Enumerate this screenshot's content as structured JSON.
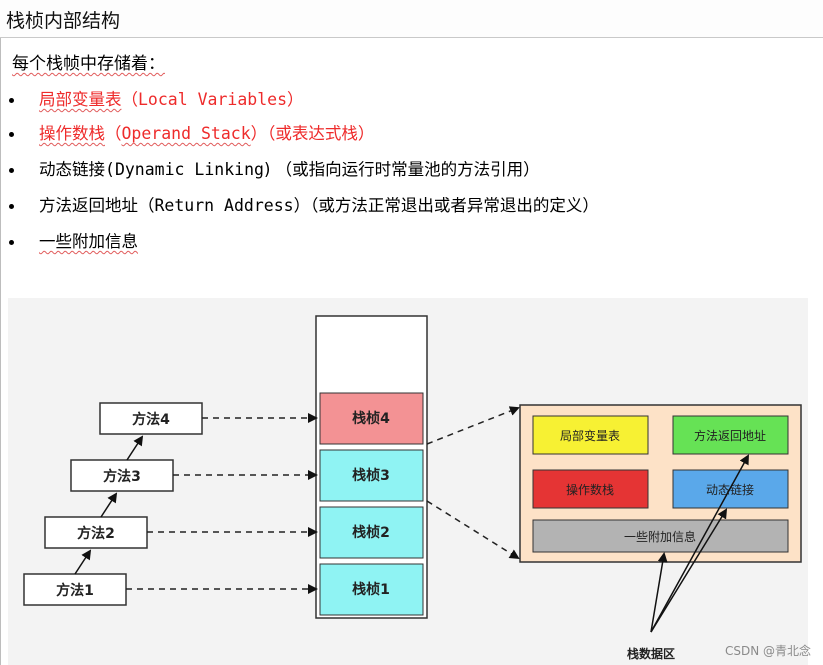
{
  "header": {
    "title": "栈桢内部结构"
  },
  "intro": "每个栈帧中存储着：",
  "bullets": [
    {
      "color": "#ee2b2b",
      "parts": [
        "局部变量表",
        "（",
        "Local Variables",
        "）"
      ]
    },
    {
      "color": "#ee2b2b",
      "parts": [
        "操作数栈",
        "（",
        "Operand Stack",
        "）（或表达式栈）"
      ]
    },
    {
      "color": "#111111",
      "parts": [
        "动态链接",
        "(",
        "Dynamic Linking",
        ") （或指向运行时常量池的方法引用）"
      ]
    },
    {
      "color": "#111111",
      "parts": [
        "方法返回地址",
        "（",
        "Return Address",
        "）（或方法正常退出或者异常退出的定义）"
      ]
    },
    {
      "color": "#111111",
      "parts": [
        "一些附加信息",
        "",
        "",
        ""
      ]
    }
  ],
  "diagram": {
    "methods": [
      "方法4",
      "方法3",
      "方法2",
      "方法1"
    ],
    "frames": [
      "栈桢4",
      "栈桢3",
      "栈桢2",
      "栈桢1"
    ],
    "frame_colors": [
      "#f39294",
      "#8ff3f3",
      "#8ff3f3",
      "#8ff3f3"
    ],
    "frame_detail": {
      "local_vars": "局部变量表",
      "return_addr": "方法返回地址",
      "operand_stack": "操作数栈",
      "dynamic_link": "动态链接",
      "extra_info": "一些附加信息"
    },
    "detail_colors": {
      "local_vars": "#f7f133",
      "return_addr": "#66e255",
      "operand_stack": "#e53434",
      "dynamic_link": "#5aa8ea",
      "extra_info": "#b3b3b3",
      "panel": "#fde2c7"
    },
    "frame_data_label": "栈数据区"
  },
  "watermark": "CSDN @青北念"
}
